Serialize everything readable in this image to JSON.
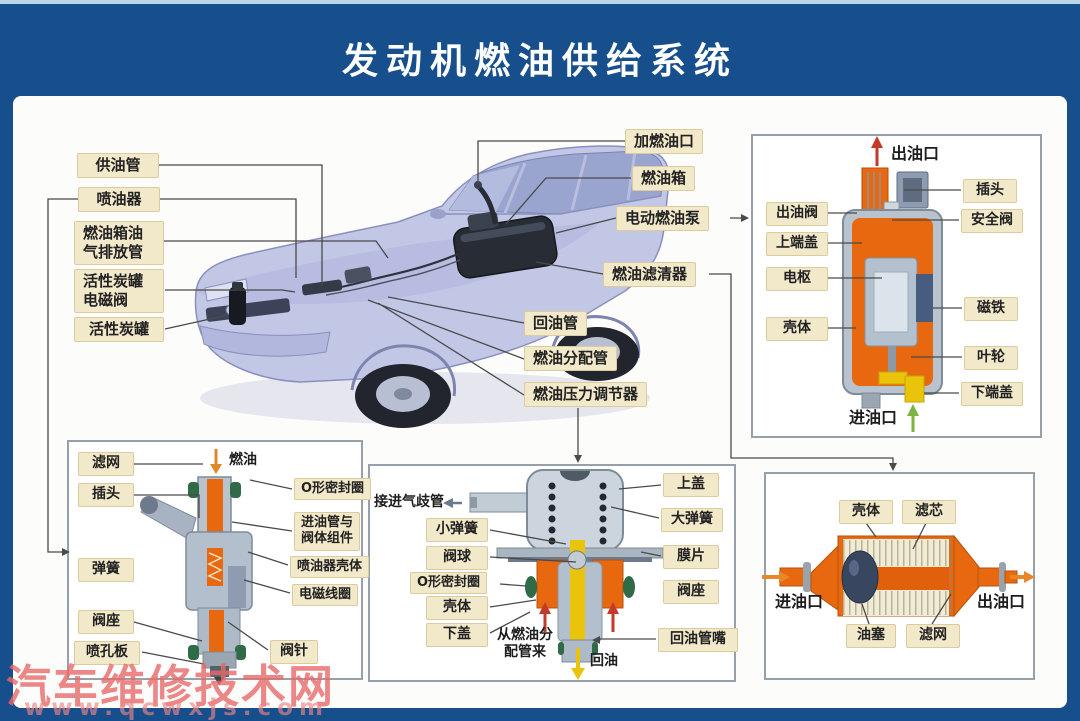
{
  "title": "发动机燃油供给系统",
  "watermark": {
    "line1": "汽车维修技术网",
    "line2": "www.qcwxjs.com"
  },
  "car_callouts": {
    "gongyouguan": "供油管",
    "penyouqi": "喷油器",
    "ranyouxiang_paifangguan": "燃油箱油\n气排放管",
    "tanguan_diancifa": "活性炭罐\n电磁阀",
    "tanguan": "活性炭罐",
    "jiaranyoukou": "加燃油口",
    "ranyouxiang": "燃油箱",
    "diandong_ranyoubeng": "电动燃油泵",
    "ranyou_lvqingqi": "燃油滤清器",
    "huiyouguan": "回油管",
    "ranyou_fenpeiguan": "燃油分配管",
    "ranyou_yali_tiaojieqi": "燃油压力调节器"
  },
  "pump": {
    "outlet": "出油口",
    "inlet": "进油口",
    "chuyoufa": "出油阀",
    "shangduangai": "上端盖",
    "dianshu": "电枢",
    "keti": "壳体",
    "chatou": "插头",
    "anquanfa": "安全阀",
    "citie": "磁铁",
    "yelun": "叶轮",
    "xiaduangai": "下端盖"
  },
  "injector": {
    "lvwang": "滤网",
    "chatou": "插头",
    "tanhuang": "弹簧",
    "fazuo": "阀座",
    "penkongban": "喷孔板",
    "ranyou": "燃油",
    "o_ring": "O形密封圈",
    "jinyouguan_fati": "进油管与\n阀体组件",
    "penyouqi_keti": "喷油器壳体",
    "diancixianquan": "电磁线圈",
    "fazhen": "阀针"
  },
  "regulator": {
    "jie_jinqi_qiguan": "接进气歧管",
    "xiaotanhuang": "小弹簧",
    "faqiu": "阀球",
    "o_ring": "O形密封圈",
    "keti": "壳体",
    "xiagai": "下盖",
    "cong_ranyou_fenpeiguan": "从燃油分\n配管来",
    "shanggai": "上盖",
    "datanhuang": "大弹簧",
    "mopian": "膜片",
    "fazuo": "阀座",
    "huiyouguanzui": "回油管嘴",
    "huiyou": "回油"
  },
  "filter": {
    "keti": "壳体",
    "lvxin": "滤芯",
    "jinyoukou": "进油口",
    "chuyoukou": "出油口",
    "yousai": "油塞",
    "lvwang": "滤网"
  },
  "colors": {
    "frame_blue": "#174F8C",
    "label_bg": "#F2E8CA",
    "component_orange": "#E8680F",
    "impeller_yellow": "#E9C40B",
    "oring_green": "#2F6B46",
    "watermark_red": "#E86A6A"
  }
}
